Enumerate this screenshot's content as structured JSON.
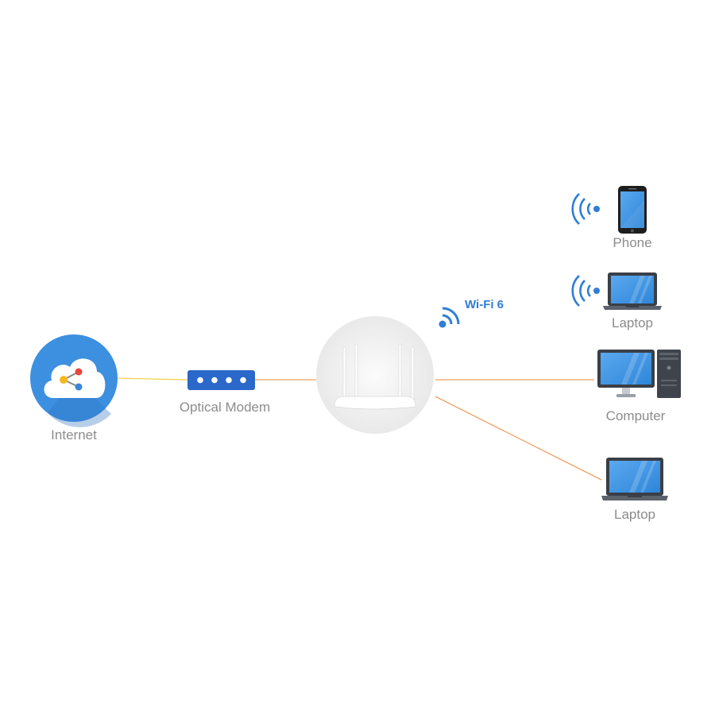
{
  "nodes": {
    "internet": {
      "label": "Internet"
    },
    "modem": {
      "label": "Optical Modem"
    },
    "router": {
      "wifi_label": "Wi-Fi 6"
    },
    "phone": {
      "label": "Phone"
    },
    "laptop_wireless": {
      "label": "Laptop"
    },
    "computer": {
      "label": "Computer"
    },
    "laptop_wired": {
      "label": "Laptop"
    }
  },
  "colors": {
    "internet_link": "#f5d04a",
    "ethernet_link": "#f0a060",
    "accent_blue": "#2e7ed6",
    "label_gray": "#8c8c8c"
  }
}
